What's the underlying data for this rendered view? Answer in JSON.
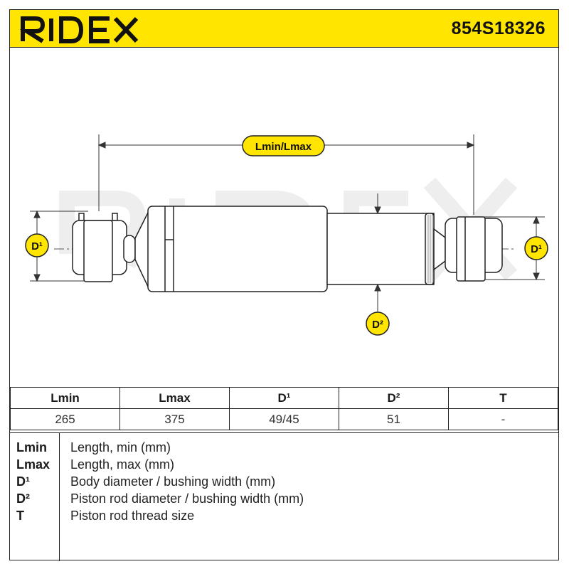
{
  "header": {
    "brand": "RIDEX",
    "part_number": "854S18326"
  },
  "diagram": {
    "length_label": "Lmin/Lmax",
    "d1_left_label": "D¹",
    "d1_right_label": "D¹",
    "d2_label": "D²",
    "watermark": "RIDEX",
    "colors": {
      "accent": "#ffe500",
      "line": "#222222"
    }
  },
  "table": {
    "headers": [
      "Lmin",
      "Lmax",
      "D¹",
      "D²",
      "T"
    ],
    "values": [
      "265",
      "375",
      "49/45",
      "51",
      "-"
    ]
  },
  "legend": [
    {
      "key": "Lmin",
      "desc": "Length, min (mm)"
    },
    {
      "key": "Lmax",
      "desc": "Length, max (mm)"
    },
    {
      "key": "D¹",
      "desc": "Body diameter / bushing width (mm)"
    },
    {
      "key": "D²",
      "desc": "Piston rod diameter / bushing width (mm)"
    },
    {
      "key": "T",
      "desc": "Piston rod thread size"
    }
  ]
}
